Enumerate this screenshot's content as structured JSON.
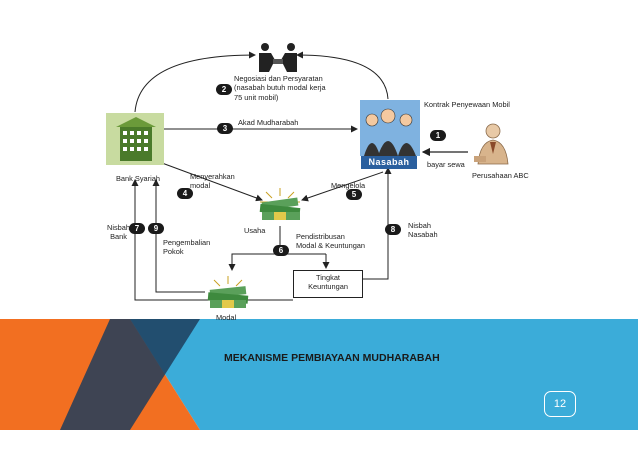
{
  "diagram": {
    "labels": {
      "negosiasi": "Negosiasi dan Persyaratan\n(nasabah butuh modal kerja\n75 unit mobil)",
      "akad": "Akad Mudharabah",
      "kontrak": "Kontrak Penyewaan Mobil",
      "nasabah": "Nasabah",
      "bayar_sewa": "bayar sewa",
      "perusahaan": "Perusahaan ABC",
      "bank": "Bank Syariah",
      "menyerahkan": "Menyerahkan\nmodal",
      "mengelola": "Mengelola",
      "usaha": "Usaha",
      "nisbah_bank": "Nisbah\nBank",
      "nisbah_nasabah": "Nisbah\nNasabah",
      "pengembalian": "Pengembalian\nPokok",
      "pendistribusan": "Pendistribusan\nModal & Keuntungan",
      "tingkat": "Tingkat\nKeuntungan",
      "modal": "Modal"
    },
    "steps": [
      "1",
      "2",
      "3",
      "4",
      "5",
      "6",
      "7",
      "8",
      "9"
    ]
  },
  "footer": {
    "title": "MEKANISME PEMBIAYAAN MUDHARABAH",
    "page_number": "12"
  },
  "colors": {
    "banner": "#3bacd9",
    "accent_orange": "#f26f21",
    "accent_dark": "#1f3d5c",
    "nasabah_label": "#2a5f9e"
  }
}
